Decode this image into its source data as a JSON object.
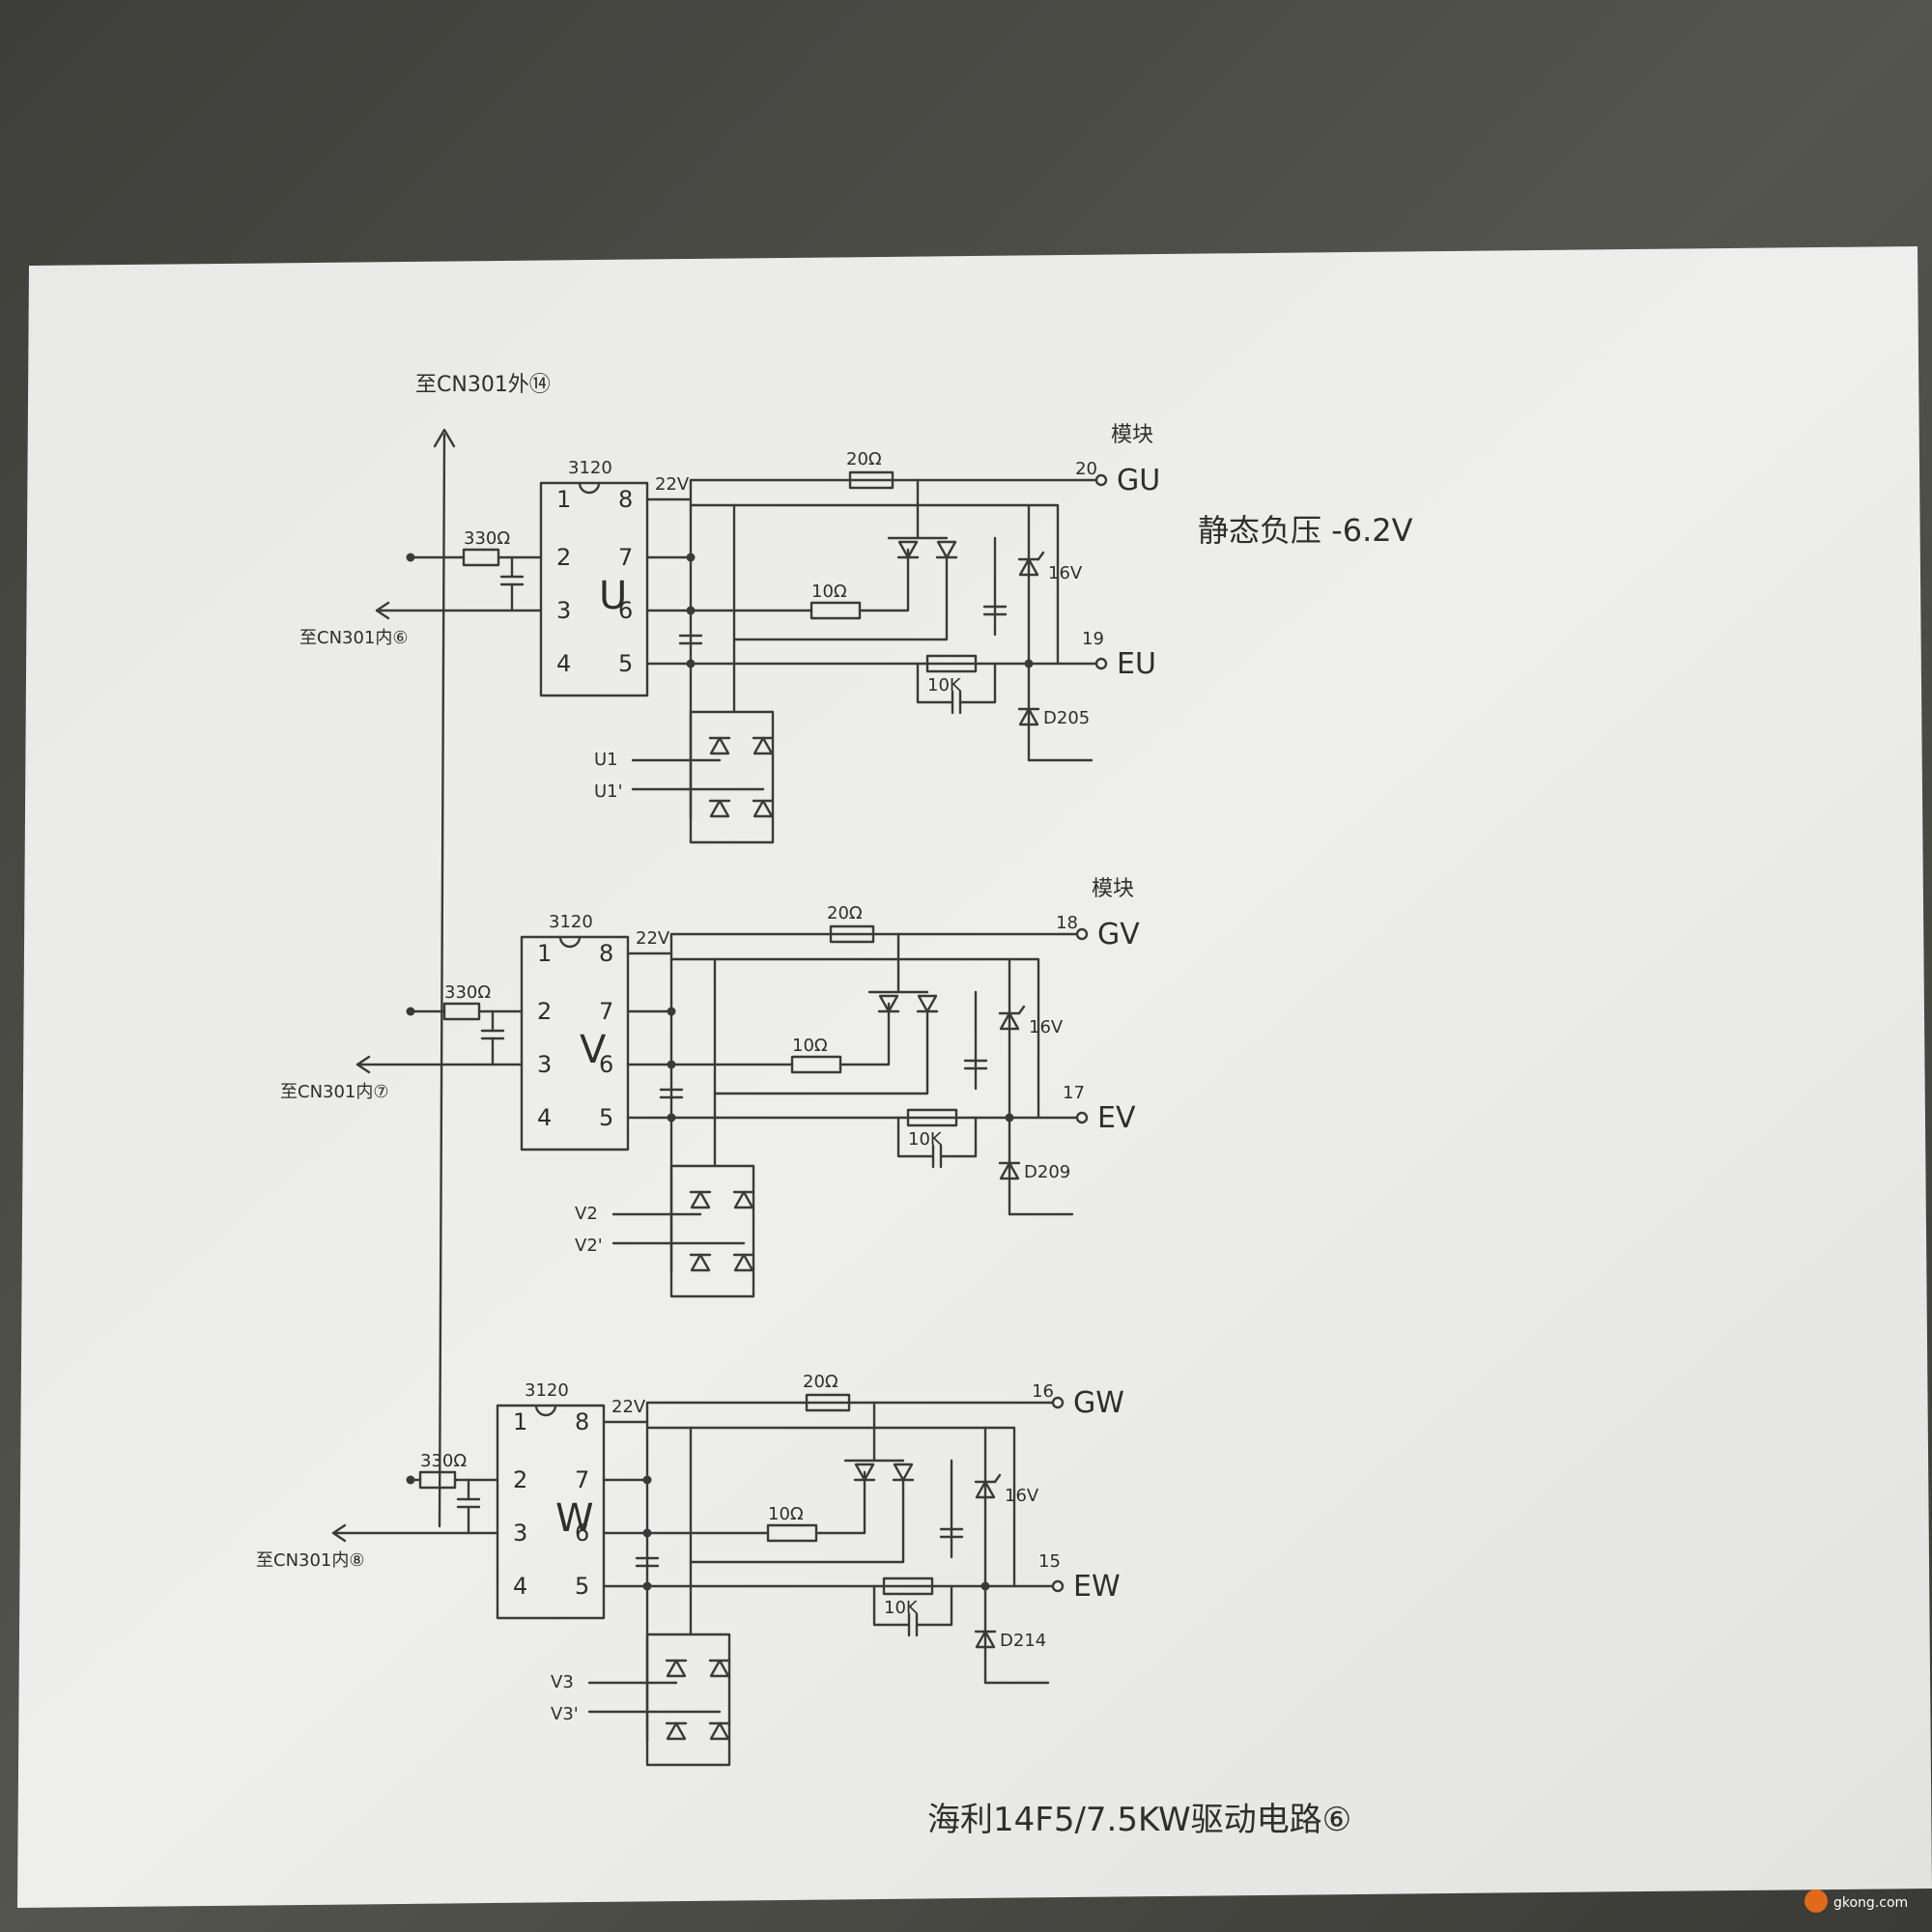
{
  "notes": {
    "top_left": "至CN301外⑭",
    "top_right": "静态负压 -6.2V",
    "footer": "海利14F5/7.5KW驱动电路⑥",
    "watermark": "gkong.com"
  },
  "channels": [
    {
      "id": "u",
      "chip_model": "3120",
      "chip_letter": "U",
      "pins": [
        "1",
        "2",
        "3",
        "4",
        "5",
        "6",
        "7",
        "8"
      ],
      "r_input": "330Ω",
      "r_gate": "20Ω",
      "r_mid": "10Ω",
      "r_10k": "10K",
      "zener": "16V",
      "supply": "22V",
      "diode": "D205",
      "module_label": "模块",
      "gate_pin_no": "20",
      "gate_label": "GU",
      "emitter_pin_no": "19",
      "emitter_label": "EU",
      "ac_in": [
        "U1",
        "U1'"
      ],
      "cn_label": "至CN301内⑥"
    },
    {
      "id": "v",
      "chip_model": "3120",
      "chip_letter": "V",
      "pins": [
        "1",
        "2",
        "3",
        "4",
        "5",
        "6",
        "7",
        "8"
      ],
      "r_input": "330Ω",
      "r_gate": "20Ω",
      "r_mid": "10Ω",
      "r_10k": "10K",
      "zener": "16V",
      "supply": "22V",
      "diode": "D209",
      "module_label": "模块",
      "gate_pin_no": "18",
      "gate_label": "GV",
      "emitter_pin_no": "17",
      "emitter_label": "EV",
      "ac_in": [
        "V2",
        "V2'"
      ],
      "cn_label": "至CN301内⑦"
    },
    {
      "id": "w",
      "chip_model": "3120",
      "chip_letter": "W",
      "pins": [
        "1",
        "2",
        "3",
        "4",
        "5",
        "6",
        "7",
        "8"
      ],
      "r_input": "330Ω",
      "r_gate": "20Ω",
      "r_mid": "10Ω",
      "r_10k": "10K",
      "zener": "16V",
      "supply": "22V",
      "diode": "D214",
      "module_label": "",
      "gate_pin_no": "16",
      "gate_label": "GW",
      "emitter_pin_no": "15",
      "emitter_label": "EW",
      "ac_in": [
        "V3",
        "V3'"
      ],
      "cn_label": "至CN301内⑧"
    }
  ]
}
